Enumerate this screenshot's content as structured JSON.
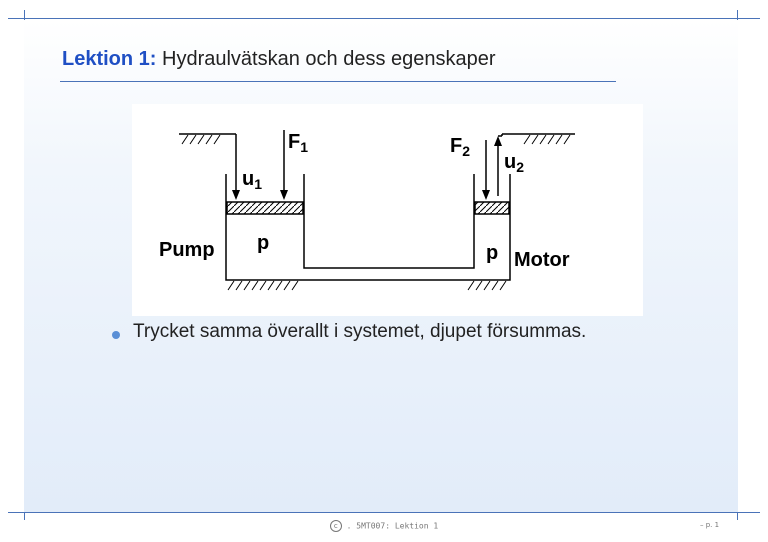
{
  "slide": {
    "title_prefix": "Lektion 1:",
    "title_text": "Hydraulvätskan och dess egenskaper",
    "bullets": [
      "Trycket samma överallt i systemet, djupet försummas."
    ]
  },
  "diagram": {
    "force_left": "F",
    "force_left_sub": "1",
    "force_right": "F",
    "force_right_sub": "2",
    "disp_left": "u",
    "disp_left_sub": "1",
    "disp_right": "u",
    "disp_right_sub": "2",
    "pressure_left": "p",
    "pressure_right": "p",
    "label_pump": "Pump",
    "label_motor": "Motor"
  },
  "footer": {
    "copyright_symbol": "c",
    "text": ". 5MT007: Lektion 1",
    "page": "– p. 1"
  },
  "colors": {
    "accent": "#1f4fc4",
    "frame": "#4a73b8",
    "bullet": "#5a8fd6"
  }
}
